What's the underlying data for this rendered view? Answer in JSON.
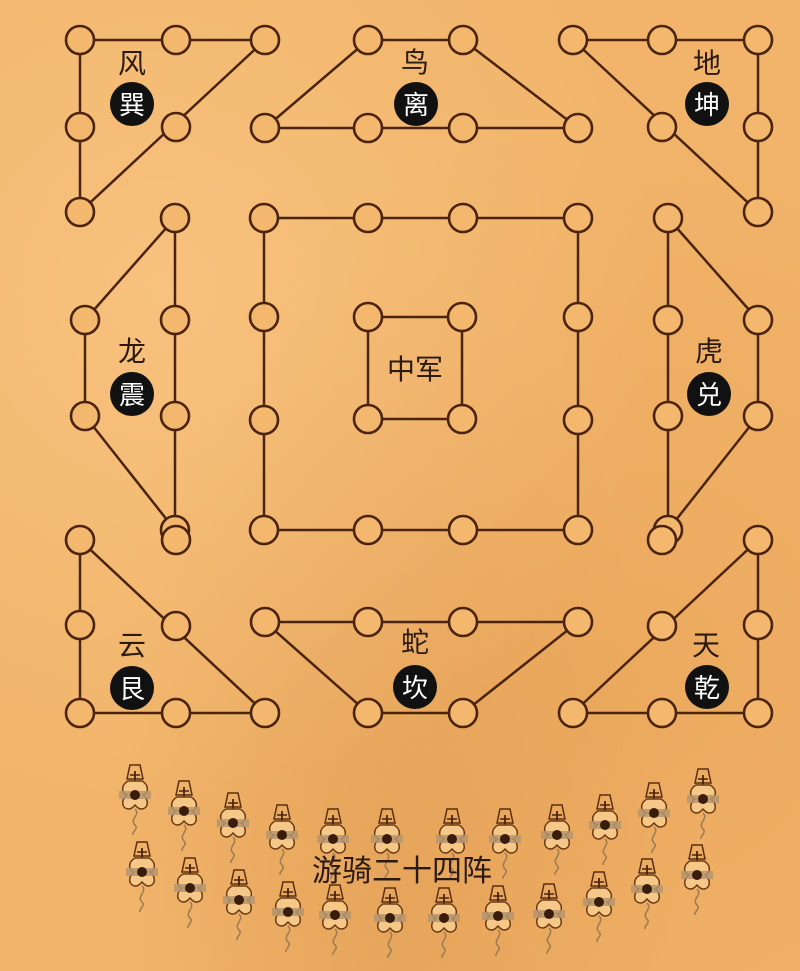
{
  "title": "游骑二十四阵",
  "colors": {
    "background": "#f1b46a",
    "line": "#4a2410",
    "node_fill": "#f3b86e",
    "badge": "#111111",
    "text": "#2a1a12",
    "badge_text": "#ffffff"
  },
  "center": {
    "label": "中军"
  },
  "formations": [
    {
      "id": "wind",
      "label": "风",
      "trigram": "巽",
      "position": "top-left"
    },
    {
      "id": "bird",
      "label": "鸟",
      "trigram": "离",
      "position": "top-center"
    },
    {
      "id": "earth",
      "label": "地",
      "trigram": "坤",
      "position": "top-right"
    },
    {
      "id": "dragon",
      "label": "龙",
      "trigram": "震",
      "position": "middle-left"
    },
    {
      "id": "tiger",
      "label": "虎",
      "trigram": "兑",
      "position": "middle-right"
    },
    {
      "id": "cloud",
      "label": "云",
      "trigram": "艮",
      "position": "bottom-left"
    },
    {
      "id": "snake",
      "label": "蛇",
      "trigram": "坎",
      "position": "bottom-center"
    },
    {
      "id": "heaven",
      "label": "天",
      "trigram": "乾",
      "position": "bottom-right"
    }
  ],
  "cavalry": {
    "count": 24,
    "rows": 2,
    "per_row": 12
  }
}
